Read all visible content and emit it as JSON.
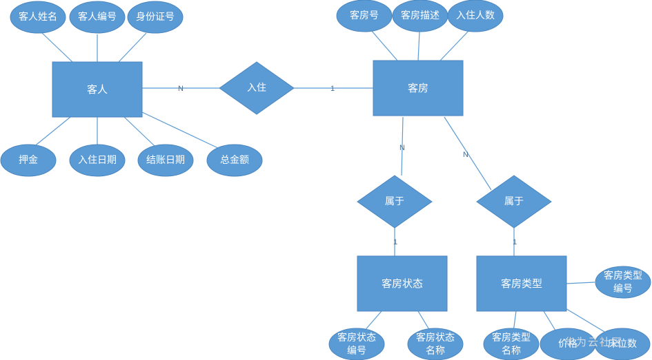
{
  "colors": {
    "shape_fill": "#5b9bd5",
    "edge": "#5b9bd5",
    "text": "#ffffff"
  },
  "entities": {
    "guest": "客人",
    "room": "客房",
    "room_status": "客房状态",
    "room_type": "客房类型"
  },
  "relationships": {
    "check_in": "入住",
    "belongs_status": "属于",
    "belongs_type": "属于"
  },
  "attributes": {
    "guest_name": "客人姓名",
    "guest_id": "客人编号",
    "id_card": "身份证号",
    "deposit": "押金",
    "checkin_date": "入住日期",
    "checkout_date": "结账日期",
    "total_amount": "总金额",
    "room_no": "客房号",
    "room_desc": "客房描述",
    "occupancy": "入住人数",
    "status_id": [
      "客房状态",
      "编号"
    ],
    "status_name": [
      "客房状态",
      "名称"
    ],
    "type_name": [
      "客房类型",
      "名称"
    ],
    "price": "价格",
    "bed_count": "床位数",
    "type_id": [
      "客房类型",
      "编号"
    ]
  },
  "cardinalities": {
    "guest_checkin": "N",
    "checkin_room": "1",
    "room_status": "N",
    "status_room": "1",
    "room_type": "N",
    "type_room": "1"
  },
  "watermark": "华为云社区"
}
